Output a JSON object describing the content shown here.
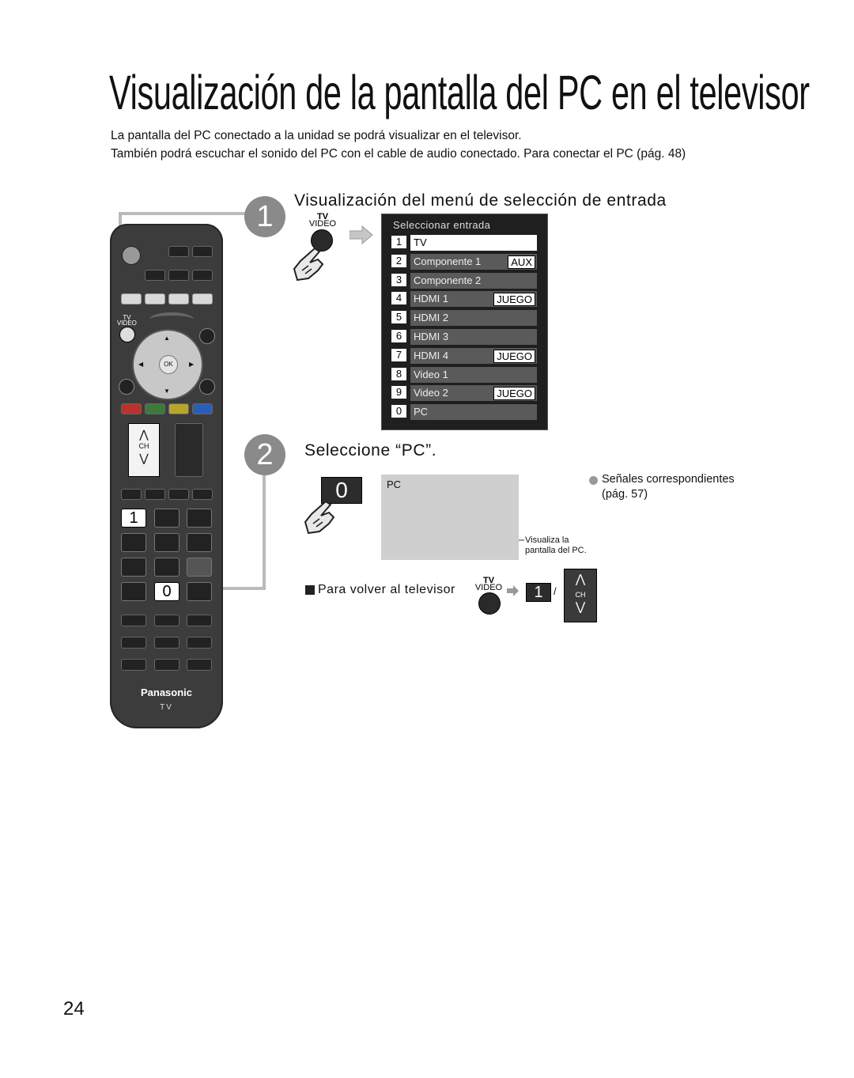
{
  "title": "Visualización de la pantalla del PC en el televisor",
  "intro": {
    "line1": "La pantalla del PC conectado a la unidad se podrá visualizar en el televisor.",
    "line2": "También podrá escuchar el sonido del PC con el cable de audio conectado. Para conectar el PC (pág. 48)"
  },
  "step1": {
    "number": "1",
    "heading": "Visualización del menú de selección de entrada",
    "button_label_top": "TV",
    "button_label_bottom": "VIDEO"
  },
  "menu": {
    "title": "Seleccionar entrada",
    "items": [
      {
        "num": "1",
        "label": "TV",
        "tag": ""
      },
      {
        "num": "2",
        "label": "Componente 1",
        "tag": "AUX"
      },
      {
        "num": "3",
        "label": "Componente 2",
        "tag": ""
      },
      {
        "num": "4",
        "label": "HDMI 1",
        "tag": "JUEGO"
      },
      {
        "num": "5",
        "label": "HDMI 2",
        "tag": ""
      },
      {
        "num": "6",
        "label": "HDMI 3",
        "tag": ""
      },
      {
        "num": "7",
        "label": "HDMI 4",
        "tag": "JUEGO"
      },
      {
        "num": "8",
        "label": "Video 1",
        "tag": ""
      },
      {
        "num": "9",
        "label": "Video 2",
        "tag": "JUEGO"
      },
      {
        "num": "0",
        "label": "PC",
        "tag": ""
      }
    ]
  },
  "step2": {
    "number": "2",
    "heading": "Seleccione “PC”.",
    "key": "0",
    "screen_label": "PC",
    "screen_note_1": "Visualiza la",
    "screen_note_2": "pantalla del PC.",
    "bullet_1": "Señales correspondientes",
    "bullet_2": "(pág. 57)"
  },
  "return": {
    "label": "Para volver al televisor",
    "tv": "TV",
    "video": "VIDEO",
    "key": "1",
    "sep": "/",
    "ch": "CH"
  },
  "remote": {
    "tv": "TV",
    "video": "VIDEO",
    "ok": "OK",
    "ch": "CH",
    "key1": "1",
    "key0": "0",
    "brand": "Panasonic",
    "model": "TV"
  },
  "page_number": "24"
}
